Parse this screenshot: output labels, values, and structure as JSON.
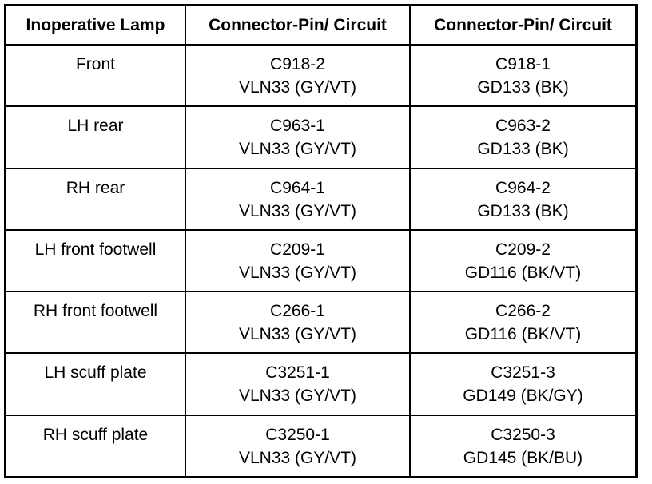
{
  "table": {
    "headers": [
      "Inoperative Lamp",
      "Connector-Pin/ Circuit",
      "Connector-Pin/ Circuit"
    ],
    "rows": [
      {
        "lamp": "Front",
        "a_pin": "C918-2",
        "a_circuit": "VLN33 (GY/VT)",
        "b_pin": "C918-1",
        "b_circuit": "GD133 (BK)"
      },
      {
        "lamp": "LH rear",
        "a_pin": "C963-1",
        "a_circuit": "VLN33 (GY/VT)",
        "b_pin": "C963-2",
        "b_circuit": "GD133 (BK)"
      },
      {
        "lamp": "RH rear",
        "a_pin": "C964-1",
        "a_circuit": "VLN33 (GY/VT)",
        "b_pin": "C964-2",
        "b_circuit": "GD133 (BK)"
      },
      {
        "lamp": "LH front footwell",
        "a_pin": "C209-1",
        "a_circuit": "VLN33 (GY/VT)",
        "b_pin": "C209-2",
        "b_circuit": "GD116 (BK/VT)"
      },
      {
        "lamp": "RH front footwell",
        "a_pin": "C266-1",
        "a_circuit": "VLN33 (GY/VT)",
        "b_pin": "C266-2",
        "b_circuit": "GD116 (BK/VT)"
      },
      {
        "lamp": "LH scuff plate",
        "a_pin": "C3251-1",
        "a_circuit": "VLN33 (GY/VT)",
        "b_pin": "C3251-3",
        "b_circuit": "GD149 (BK/GY)"
      },
      {
        "lamp": "RH scuff plate",
        "a_pin": "C3250-1",
        "a_circuit": "VLN33 (GY/VT)",
        "b_pin": "C3250-3",
        "b_circuit": "GD145 (BK/BU)"
      }
    ]
  }
}
